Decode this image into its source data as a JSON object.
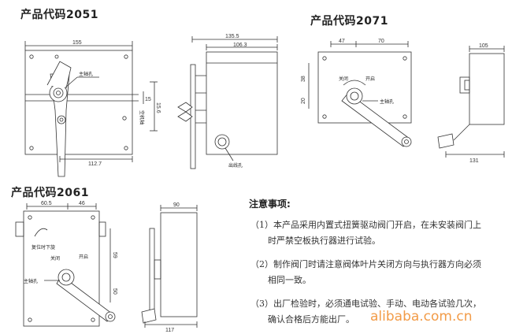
{
  "sections": {
    "p2051": {
      "title": "产品代码2051",
      "dims": {
        "width": "155",
        "bottom": "112.7",
        "side_a": "15",
        "side_b": "15.6"
      },
      "labels": {
        "main_shaft": "主轴孔",
        "vertical_label": "空机轴"
      }
    },
    "p2051_side": {
      "dims": {
        "outer": "135.5",
        "inner": "106.3"
      },
      "labels": {
        "outlet": "出线孔"
      }
    },
    "p2071": {
      "title": "产品代码2071",
      "dims": {
        "left": "47",
        "right": "70",
        "h1": "38",
        "h2": "20"
      },
      "labels": {
        "close": "关闭",
        "open": "开启",
        "main_shaft": "主轴孔"
      }
    },
    "p2071_side": {
      "dims": {
        "top": "105",
        "bottom": "131"
      }
    },
    "p2061": {
      "title": "产品代码2061",
      "dims": {
        "left": "60.5",
        "right": "46",
        "h1": "59",
        "h2": "50"
      },
      "labels": {
        "reset": "复位时下旋",
        "close": "关闭",
        "open": "开启",
        "main_shaft": "主轴孔"
      }
    },
    "p2061_side": {
      "dims": {
        "top": "90",
        "bottom": "117"
      }
    }
  },
  "notes": {
    "title": "注意事项:",
    "items": [
      "（1）本产品采用内置式扭簧驱动阀门开启，在未安装阀门上",
      "时严禁空板执行器进行试验。",
      "（2）制作阀门时请注意阀体叶片关闭方向与执行器方向必须",
      "相同一致。",
      "（3）出厂检验时，必须通电试验、手动、电动各试验几次，",
      "确认合格后方能出厂。"
    ]
  },
  "watermark": "alibaba.com.cn"
}
